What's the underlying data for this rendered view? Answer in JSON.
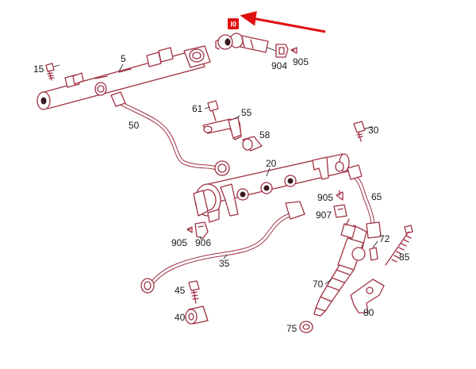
{
  "diagram": {
    "labels": {
      "p5": "5",
      "p15": "15",
      "p904": "904",
      "p905a": "905",
      "p50": "50",
      "p61": "61",
      "p55": "55",
      "p58": "58",
      "p30": "30",
      "p20": "20",
      "p905b": "905",
      "p65": "65",
      "p907": "907",
      "p905c": "905",
      "p906": "906",
      "p35": "35",
      "p72": "72",
      "p85": "85",
      "p70": "70",
      "p45": "45",
      "p40": "40",
      "p80": "80",
      "p75": "75"
    },
    "highlight": {
      "text": "I0",
      "color": "#e01010"
    },
    "part_color": "#a03244"
  }
}
